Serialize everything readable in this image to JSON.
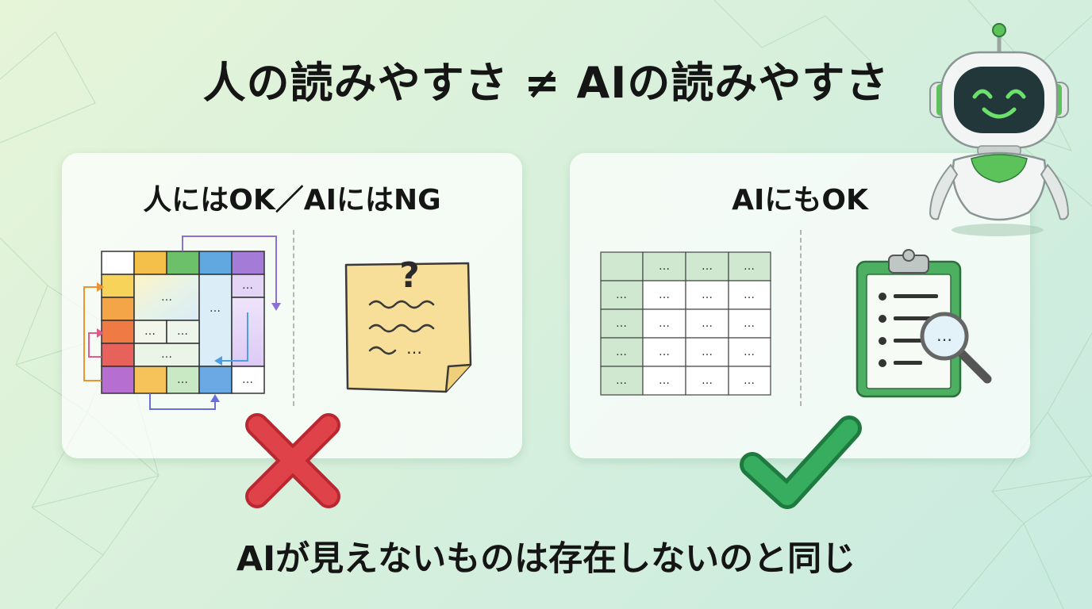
{
  "main_title": "人の読みやすさ ≠ AIの読みやすさ",
  "left_panel": {
    "heading": "人にはOK／AIにはNG",
    "ellipsis": "…",
    "note_question_mark": "?"
  },
  "right_panel": {
    "heading": "AIにもOK",
    "ellipsis": "…"
  },
  "caption": "AIが見えないものは存在しないのと同じ",
  "colors": {
    "cross": "#d9363e",
    "check": "#2e9f55",
    "accent_green": "#3ea95a",
    "note_yellow": "#f7df9a"
  },
  "icons": [
    "merged-table-icon",
    "sticky-note-icon",
    "grid-table-icon",
    "clipboard-magnifier-icon",
    "robot-mascot-icon",
    "cross-mark-icon",
    "check-mark-icon"
  ]
}
